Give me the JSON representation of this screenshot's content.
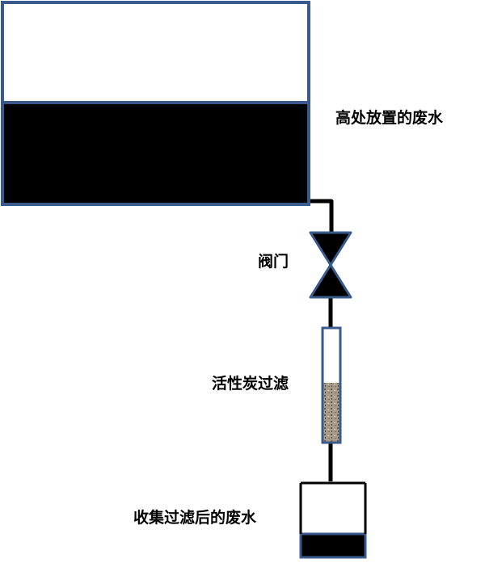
{
  "labels": {
    "tank": "高处放置的废水",
    "valve": "阀门",
    "filter": "活性炭过滤",
    "collector": "收集过滤后的废水"
  },
  "colors": {
    "outline": "#3a5a8c",
    "water": "#000000",
    "pipe": "#000000",
    "carbon": "#a89a88",
    "background": "#ffffff"
  }
}
